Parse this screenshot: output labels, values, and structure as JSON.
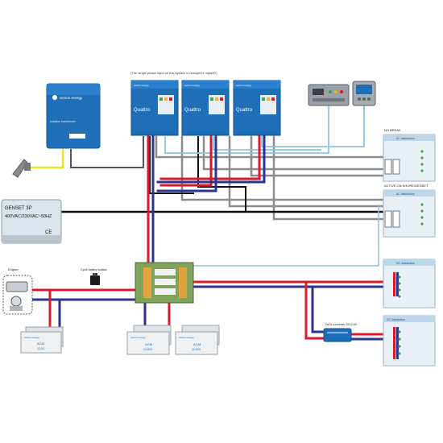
{
  "top_note": "(The single phase input on this system is drought to myself?)",
  "isolation_transformer": {
    "brand": "victron energy",
    "label": "Isolation transformer"
  },
  "inverter_brand": "victron energy",
  "inverter_name": "Quattro",
  "inverters": [
    {
      "name": "Quattro"
    },
    {
      "name": "Quattro"
    },
    {
      "name": "Quattro"
    }
  ],
  "genset": {
    "line1": "GENSET 3P",
    "line2": "400VAC/230VAC~50HZ",
    "mark": "CE"
  },
  "engine_label": "Engine",
  "battery_isolator_label": "Cycle battery isolator",
  "batteries": [
    {
      "brand": "victron energy",
      "type": "AGM",
      "spec": "12-60"
    },
    {
      "brand": "victron energy",
      "type": "AGM",
      "spec": "12-800"
    },
    {
      "brand": "victron energy",
      "type": "AGM",
      "spec": "12-800"
    }
  ],
  "dcdc_label": "DcDc converter 24/12-60",
  "panels": [
    {
      "title": "AC distribution",
      "caption": "NO BREAK"
    },
    {
      "title": "AC distribution",
      "caption": "ACTIVE ON SHORE/GENSET"
    },
    {
      "title": "DC distribution",
      "caption": ""
    },
    {
      "title": "DC distribution",
      "caption": ""
    }
  ],
  "colors": {
    "victron_blue": "#1f6fb8",
    "dc_red": "#e0182a",
    "dc_blue": "#28368f",
    "ac_grey": "#7f7f7f",
    "ac_black": "#111111",
    "signal_blue": "#8fc3dc",
    "yellow": "#f0e21e",
    "busbar_green": "#7fa35a",
    "panel_green": "#dde9d4"
  }
}
